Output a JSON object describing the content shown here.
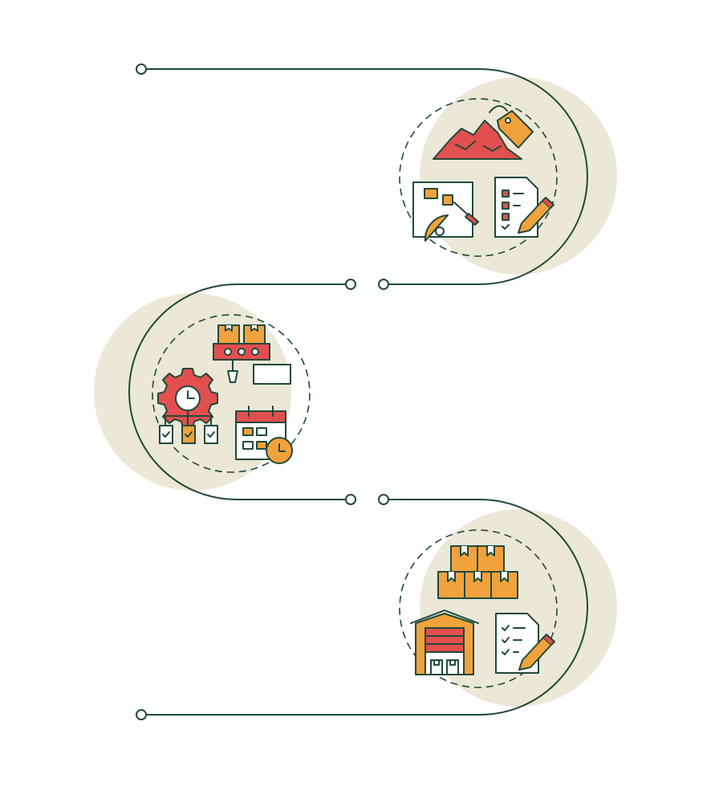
{
  "palette": {
    "line": "#1f4a3a",
    "blob": "#ebe8d8",
    "red": "#e24f4f",
    "orange": "#f2a23c",
    "white": "#ffffff"
  },
  "steps": [
    {
      "id": "step-1",
      "icons": [
        "raw-material-price-tag-icon",
        "drafting-design-icon",
        "checklist-pencil-icon"
      ]
    },
    {
      "id": "step-2",
      "icons": [
        "conveyor-boxes-icon",
        "gear-clock-icon",
        "task-tree-icon",
        "calendar-clock-icon"
      ]
    },
    {
      "id": "step-3",
      "icons": [
        "stacked-boxes-icon",
        "warehouse-icon",
        "checklist-pencil-icon"
      ]
    }
  ]
}
